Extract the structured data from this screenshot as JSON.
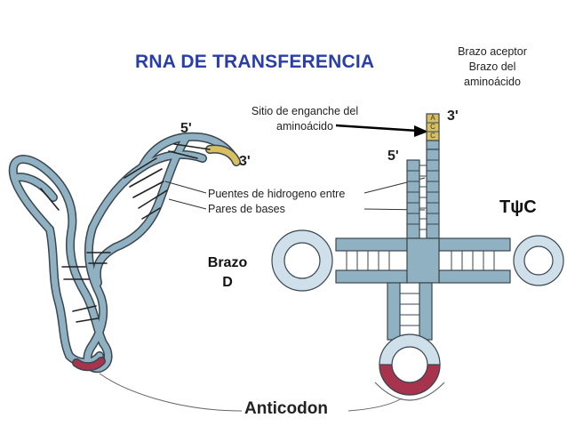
{
  "title": "RNA DE TRANSFERENCIA",
  "labels": {
    "acceptor_lines": [
      "Brazo aceptor",
      "Brazo del",
      "aminoácido"
    ],
    "site_lines": [
      "Sitio de enganche del",
      "aminoácido"
    ],
    "hbond_lines": [
      "Puentes de hidrogeno entre",
      "Pares de bases"
    ],
    "tpsic": "TψC",
    "brazo_d_lines": [
      "Brazo",
      "D"
    ],
    "anticodon": "Anticodon",
    "five_prime": "5'",
    "three_prime": "3'",
    "acceptor_bases": [
      "A",
      "C",
      "C"
    ]
  },
  "colors": {
    "title": "#2a3ea8",
    "strand": "#8fb1c1",
    "loop_fill": "#cfe0ea",
    "anticodon_loop": "#a8334d",
    "acceptor_tip": "#d8c060",
    "outline": "#3a4650"
  }
}
